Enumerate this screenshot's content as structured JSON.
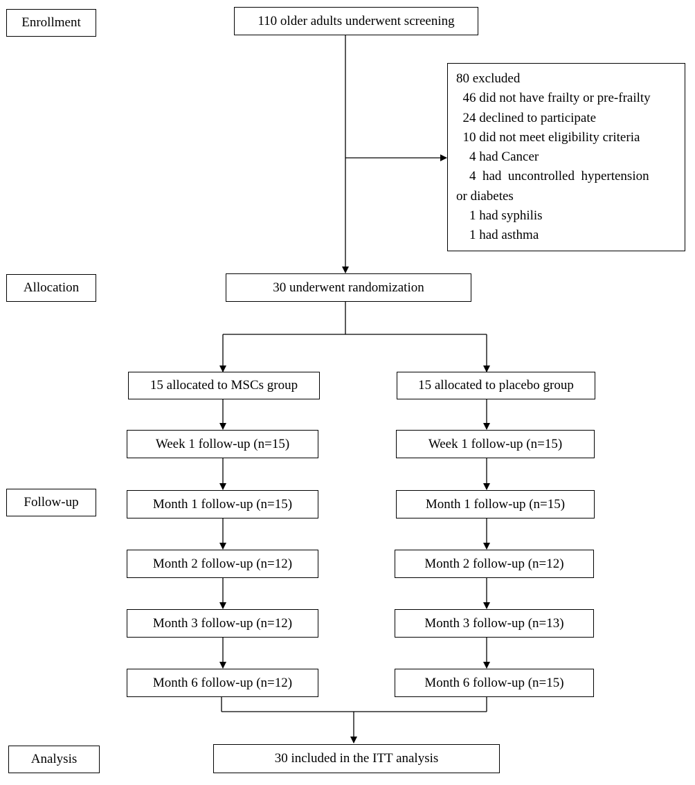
{
  "stages": {
    "enrollment": "Enrollment",
    "allocation": "Allocation",
    "followup": "Follow-up",
    "analysis": "Analysis"
  },
  "screening": "110 older adults underwent screening",
  "exclusion": {
    "title": "80 excluded",
    "items": [
      "  46 did not have frailty or pre-frailty",
      "  24 declined to participate",
      "  10 did not meet eligibility criteria",
      "    4 had Cancer",
      "    4  had  uncontrolled  hypertension",
      "or diabetes",
      "    1 had syphilis",
      "    1 had asthma"
    ]
  },
  "randomization": "30 underwent randomization",
  "arms": {
    "msc": {
      "allocated": "15 allocated to MSCs group",
      "followups": [
        "Week 1 follow-up (n=15)",
        "Month 1 follow-up (n=15)",
        "Month 2 follow-up (n=12)",
        "Month 3 follow-up (n=12)",
        "Month 6 follow-up (n=12)"
      ]
    },
    "placebo": {
      "allocated": "15 allocated to placebo group",
      "followups": [
        "Week 1 follow-up (n=15)",
        "Month 1 follow-up (n=15)",
        "Month 2 follow-up (n=12)",
        "Month 3 follow-up (n=13)",
        "Month 6 follow-up (n=15)"
      ]
    }
  },
  "analysis": "30 included in the ITT analysis"
}
